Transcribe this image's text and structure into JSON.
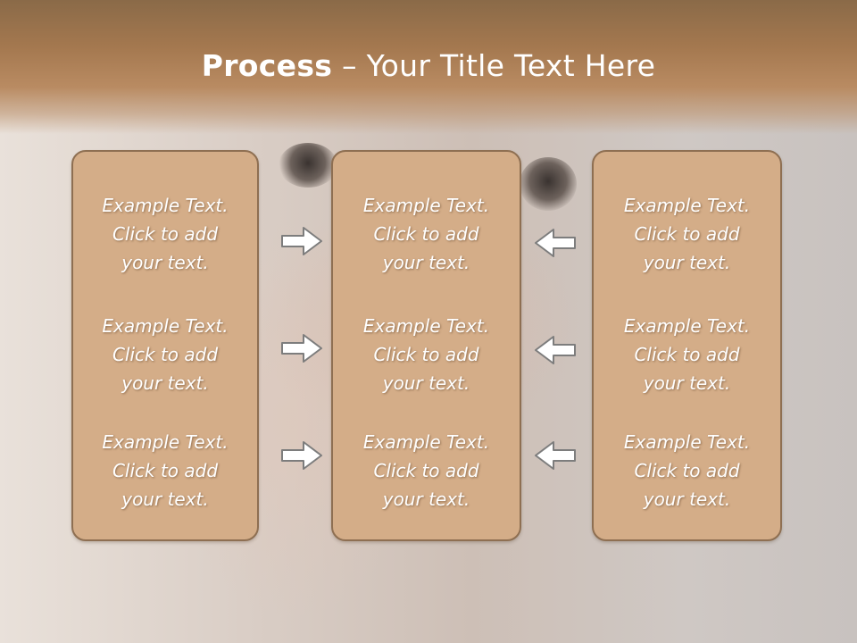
{
  "title": {
    "bold": "Process",
    "rest": " – Your Title Text Here"
  },
  "columns": [
    {
      "entries": [
        {
          "line1": "Example Text.",
          "line2": "Click  to add",
          "line3": "your text."
        },
        {
          "line1": "Example Text.",
          "line2": "Click  to add",
          "line3": "your text."
        },
        {
          "line1": "Example Text.",
          "line2": "Click  to add",
          "line3": "your text."
        }
      ]
    },
    {
      "entries": [
        {
          "line1": "Example Text.",
          "line2": "Click  to add",
          "line3": "your text."
        },
        {
          "line1": "Example Text.",
          "line2": "Click  to add",
          "line3": "your text."
        },
        {
          "line1": "Example Text.",
          "line2": "Click  to add",
          "line3": "your text."
        }
      ]
    },
    {
      "entries": [
        {
          "line1": "Example Text.",
          "line2": "Click  to add",
          "line3": "your text."
        },
        {
          "line1": "Example Text.",
          "line2": "Click  to add",
          "line3": "your text."
        },
        {
          "line1": "Example Text.",
          "line2": "Click  to add",
          "line3": "your text."
        }
      ]
    }
  ],
  "icons": {
    "left_arrows": "arrow-right-icon",
    "right_arrows": "arrow-left-icon"
  },
  "colors": {
    "header": "#a4784f",
    "panel_fill": "#d4ad88",
    "panel_border": "#8e6f52",
    "text": "#ffffff",
    "arrow_fill": "#ffffff",
    "arrow_stroke": "#7d7d7d"
  }
}
